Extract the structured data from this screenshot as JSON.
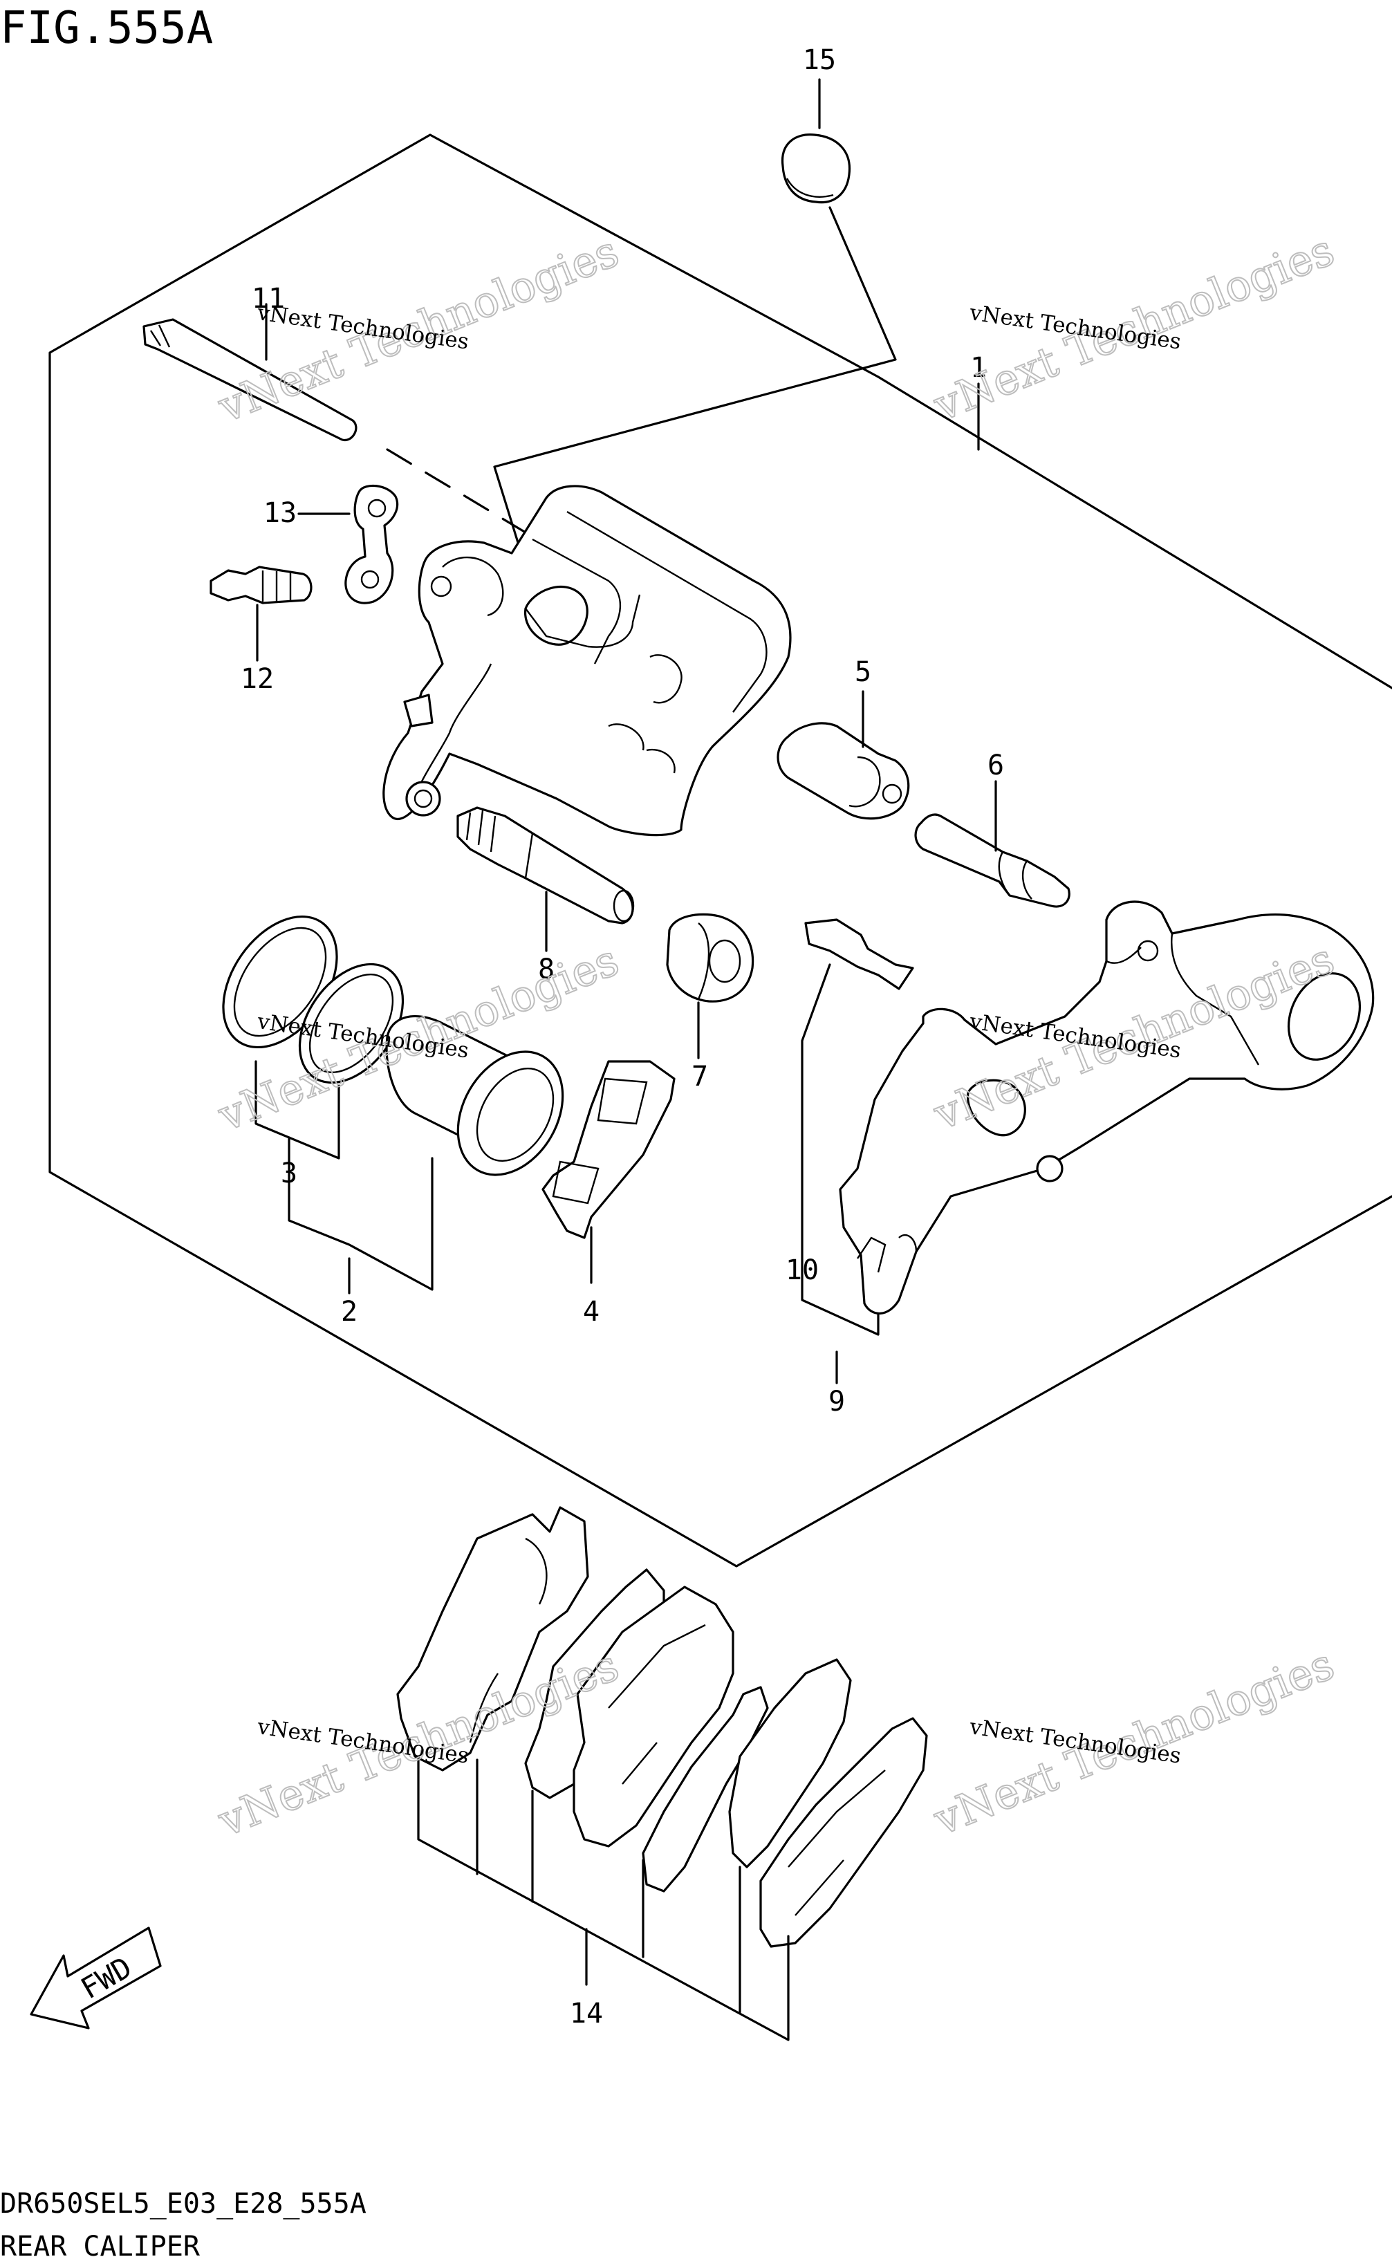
{
  "figure": {
    "title": "FIG.555A",
    "code": "DR650SEL5_E03_E28_555A",
    "name": "REAR CALIPER"
  },
  "callouts": [
    "1",
    "2",
    "3",
    "4",
    "5",
    "6",
    "7",
    "8",
    "9",
    "10",
    "11",
    "12",
    "13",
    "14",
    "15"
  ],
  "watermark": {
    "line1": "vNext Technologies",
    "line2": "vNext Technologies"
  },
  "fwd_label": "FWD",
  "icons": [
    "fwd-arrow-icon"
  ]
}
